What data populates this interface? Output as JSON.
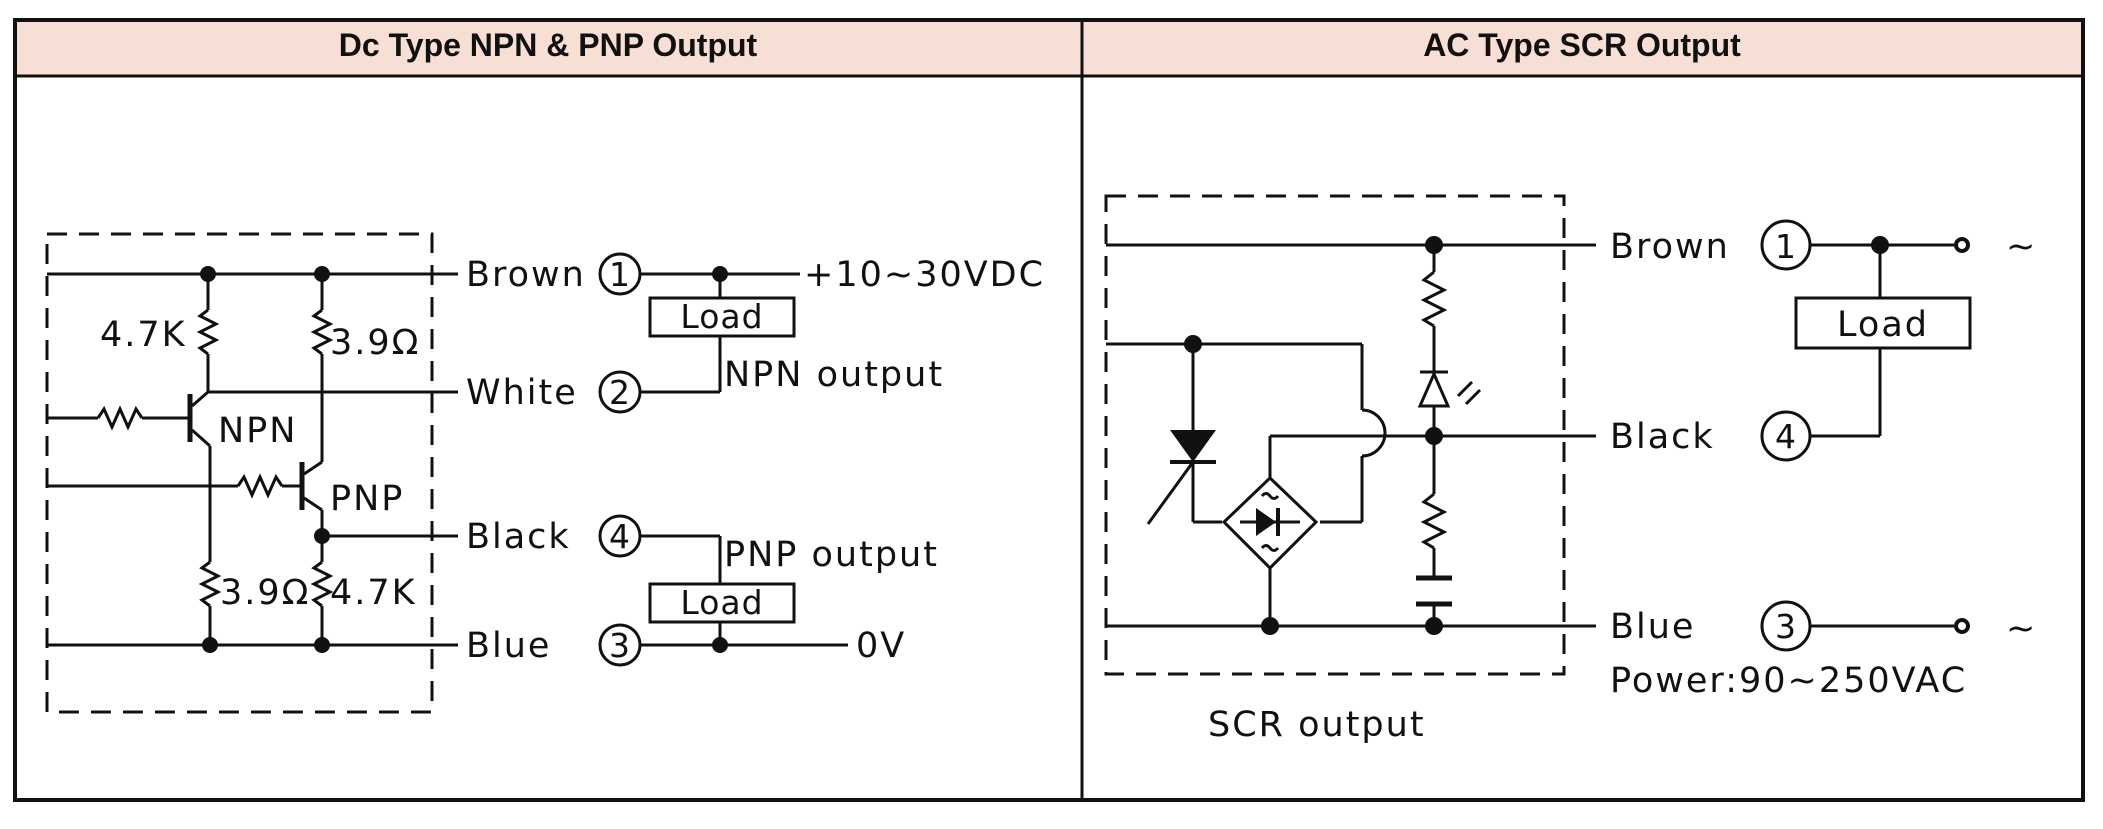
{
  "headers": {
    "left": "Dc Type NPN & PNP Output",
    "right": "AC Type SCR Output"
  },
  "colors": {
    "header_bg": "#F7DFD5",
    "frame": "#111111"
  },
  "dc": {
    "wires": {
      "brown": "Brown",
      "white": "White",
      "black": "Black",
      "blue": "Blue"
    },
    "terminals": {
      "brown": "1",
      "white": "2",
      "black": "4",
      "blue": "3"
    },
    "resistors": {
      "r_left_top": "4.7K",
      "r_right_top": "3.9Ω",
      "r_left_bottom": "3.9Ω",
      "r_right_bottom": "4.7K"
    },
    "transistors": {
      "npn": "NPN",
      "pnp": "PNP"
    },
    "supply": "+10~30VDC",
    "ground": "0V",
    "load": "Load",
    "npn_output": "NPN  output",
    "pnp_output": "PNP  output"
  },
  "ac": {
    "wires": {
      "brown": "Brown",
      "black": "Black",
      "blue": "Blue"
    },
    "terminals": {
      "brown": "1",
      "black": "4",
      "blue": "3"
    },
    "tilde": "~",
    "load": "Load",
    "power": "Power:90~250VAC",
    "caption": "SCR  output"
  }
}
